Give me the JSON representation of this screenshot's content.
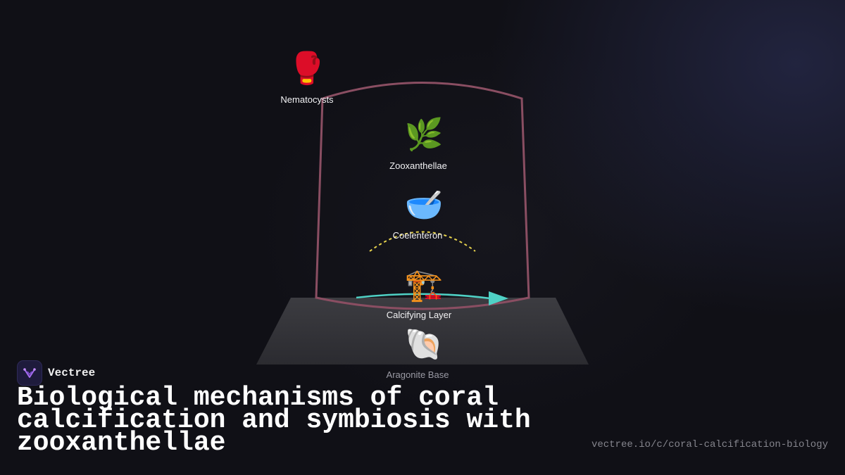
{
  "brand": {
    "name": "Vectree",
    "icon": "vectree-logo-icon"
  },
  "title": "Biological mechanisms of coral calcification and symbiosis with zooxanthellae",
  "url": "vectree.io/c/coral-calcification-biology",
  "nodes": {
    "nematocysts": {
      "icon": "🥊",
      "icon_name": "boxing-glove-icon",
      "label": "Nematocysts"
    },
    "zooxanthellae": {
      "icon": "🌿",
      "icon_name": "herb-icon",
      "label": "Zooxanthellae"
    },
    "coelenteron": {
      "icon": "🥣",
      "icon_name": "bowl-icon",
      "label": "Coelenteron"
    },
    "calcifying_layer": {
      "icon": "🏗️",
      "icon_name": "construction-crane-icon",
      "label": "Calcifying Layer"
    },
    "aragonite_base": {
      "icon": "🐚",
      "icon_name": "spiral-shell-icon",
      "label": "Aragonite Base"
    }
  },
  "colors": {
    "polyp_outline": "#8a4e62",
    "base_fill": "#3a3a3f",
    "flow_arrow": "#4fd1c5",
    "dashed_arc": "#e8d44d",
    "background": "#101016"
  }
}
